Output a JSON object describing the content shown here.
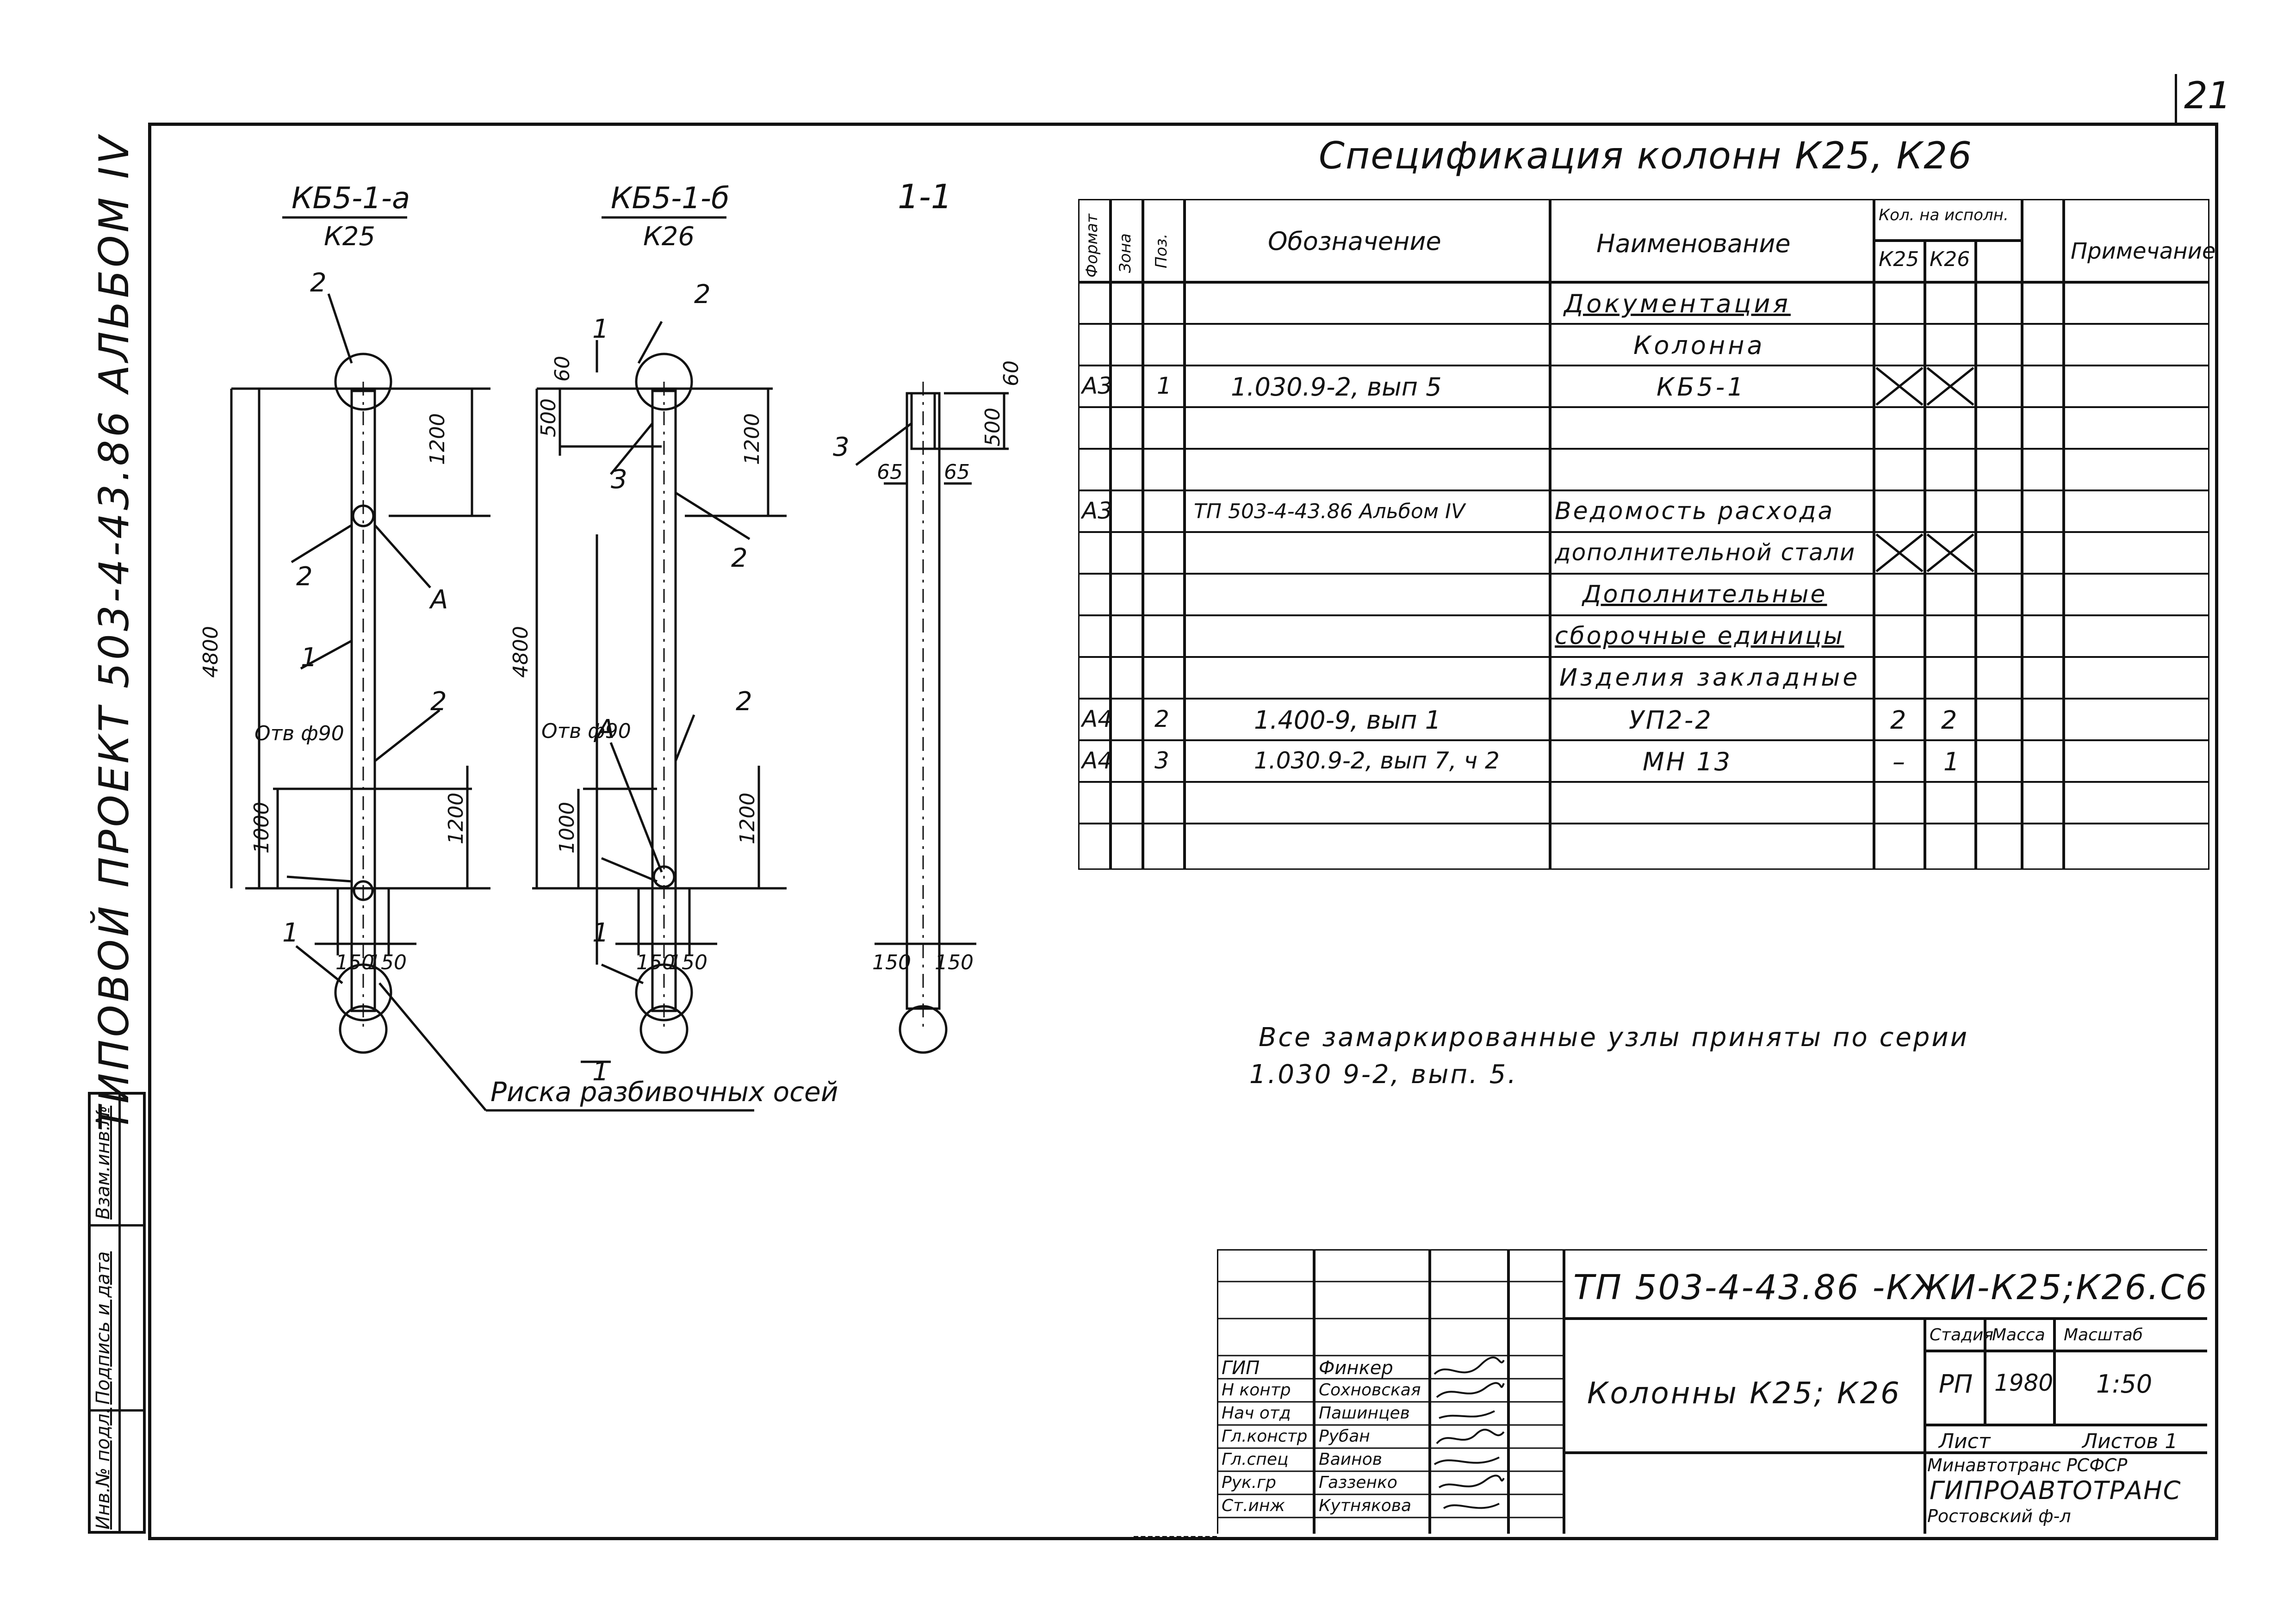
{
  "page_number": "21",
  "sidebar": {
    "project": "ТИПОВОЙ ПРОЕКТ 503-4-43.86 АЛЬБОМ IV",
    "stamp": [
      "Инв.№ подл.",
      "Подпись и дата",
      "Взам.инв.№"
    ]
  },
  "drawing": {
    "views": [
      {
        "mark": "КБ5-1-а",
        "sub": "К25"
      },
      {
        "mark": "КБ5-1-б",
        "sub": "К26"
      },
      {
        "mark": "1-1",
        "sub": ""
      }
    ],
    "dims": {
      "d4800": "4800",
      "d1200": "1200",
      "d1000": "1000",
      "d150": "150",
      "d500": "500",
      "d60": "60",
      "d65": "65"
    },
    "labels": {
      "n2": "2",
      "n1": "1",
      "n3": "3",
      "A": "А",
      "hole": "Отв ф90",
      "section": "1",
      "axis_note": "Риска разбивочных осей"
    }
  },
  "spec": {
    "title": "Спецификация колонн К25, К26",
    "headers": {
      "format": "Формат",
      "zone": "Зона",
      "pos": "Поз.",
      "designation": "Обозначение",
      "name": "Наименование",
      "qty": "Кол. на исполн.",
      "k25": "К25",
      "k26": "К26",
      "note": "Примечание"
    },
    "rows": [
      {
        "format": "",
        "pos": "",
        "designation": "",
        "name": "Документация",
        "k25": "",
        "k26": "",
        "underline": true
      },
      {
        "format": "",
        "pos": "",
        "designation": "",
        "name": "Колонна",
        "k25": "",
        "k26": "",
        "underline": false
      },
      {
        "format": "А3",
        "pos": "1",
        "designation": "1.030.9-2, вып 5",
        "name": "КБ5-1",
        "k25": "X",
        "k26": "X",
        "underline": false
      },
      {
        "format": "",
        "pos": "",
        "designation": "",
        "name": "",
        "k25": "",
        "k26": "",
        "underline": false
      },
      {
        "format": "",
        "pos": "",
        "designation": "",
        "name": "",
        "k25": "",
        "k26": "",
        "underline": false
      },
      {
        "format": "А3",
        "pos": "",
        "designation": "ТП 503-4-43.86 Альбом IV",
        "name": "Ведомость расхода",
        "k25": "",
        "k26": "",
        "underline": false
      },
      {
        "format": "",
        "pos": "",
        "designation": "",
        "name": "дополнительной стали",
        "k25": "X",
        "k26": "X",
        "underline": false
      },
      {
        "format": "",
        "pos": "",
        "designation": "",
        "name": "Дополнительные",
        "k25": "",
        "k26": "",
        "underline": true
      },
      {
        "format": "",
        "pos": "",
        "designation": "",
        "name": "сборочные единицы",
        "k25": "",
        "k26": "",
        "underline": true
      },
      {
        "format": "",
        "pos": "",
        "designation": "",
        "name": "Изделия закладные",
        "k25": "",
        "k26": "",
        "underline": false
      },
      {
        "format": "А4",
        "pos": "2",
        "designation": "1.400-9, вып 1",
        "name": "УП2-2",
        "k25": "2",
        "k26": "2",
        "underline": false
      },
      {
        "format": "А4",
        "pos": "3",
        "designation": "1.030.9-2, вып 7, ч 2",
        "name": "МН 13",
        "k25": "–",
        "k26": "1",
        "underline": false
      },
      {
        "format": "",
        "pos": "",
        "designation": "",
        "name": "",
        "k25": "",
        "k26": "",
        "underline": false
      },
      {
        "format": "",
        "pos": "",
        "designation": "",
        "name": "",
        "k25": "",
        "k26": "",
        "underline": false
      }
    ]
  },
  "note": {
    "line1": "Все замаркированные узлы приняты по серии",
    "line2": "1.030 9-2, вып. 5."
  },
  "title_block": {
    "code": "ТП 503-4-43.86 -КЖИ-К25;К26.С6",
    "name": "Колонны К25; К26",
    "stage_label": "Стадия",
    "mass_label": "Масса",
    "scale_label": "Масштаб",
    "stage": "РП",
    "mass": "1980",
    "scale": "1:50",
    "sheet_label": "Лист",
    "sheets_label": "Листов 1",
    "org1": "Минавтотранс РСФСР",
    "org2": "ГИПРОАВТОТРАНС",
    "org3": "Ростовский ф-л",
    "people": [
      {
        "role": "ГИП",
        "name": "Финкер"
      },
      {
        "role": "Н контр",
        "name": "Сохновская"
      },
      {
        "role": "Нач отд",
        "name": "Пашинцев"
      },
      {
        "role": "Гл.констр",
        "name": "Рубан"
      },
      {
        "role": "Гл.спец",
        "name": "Ваинов"
      },
      {
        "role": "Рук.гр",
        "name": "Газзенко"
      },
      {
        "role": "Ст.инж",
        "name": "Кутнякова"
      }
    ]
  }
}
